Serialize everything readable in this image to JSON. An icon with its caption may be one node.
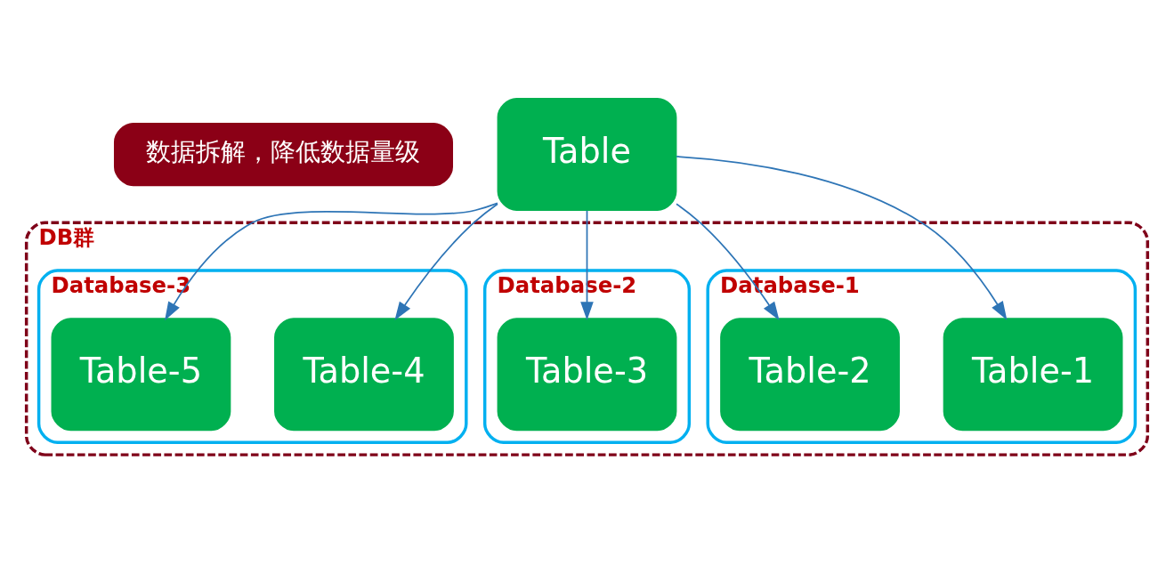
{
  "diagram": {
    "nodes": [
      {
        "text": [
          "数据拆解，降低数据量级"
        ]
      },
      {
        "text": [
          "Table"
        ]
      },
      {
        "text": [
          "DB群"
        ]
      },
      {
        "text": [
          "Database-1"
        ],
        "in": 2
      },
      {
        "text": [
          "Table-1"
        ],
        "in": 3
      },
      {
        "text": [
          "Table-2"
        ],
        "in": 3
      },
      {
        "text": [
          "Database-2"
        ],
        "in": 2
      },
      {
        "text": [
          "Table-3"
        ],
        "in": 6
      },
      {
        "text": [
          "Database-3"
        ],
        "in": 2
      },
      {
        "text": [
          "Table-4"
        ],
        "in": 8
      },
      {
        "text": [
          "Table-5"
        ],
        "in": 8
      }
    ],
    "edges": [
      {
        "from": 1,
        "to": 4,
        "arrow": "to"
      },
      {
        "from": 1,
        "to": 5,
        "arrow": "to"
      },
      {
        "from": 1,
        "to": 7,
        "arrow": "to"
      },
      {
        "from": 1,
        "to": 9,
        "arrow": "to"
      },
      {
        "from": 1,
        "to": 10,
        "arrow": "to"
      }
    ]
  }
}
